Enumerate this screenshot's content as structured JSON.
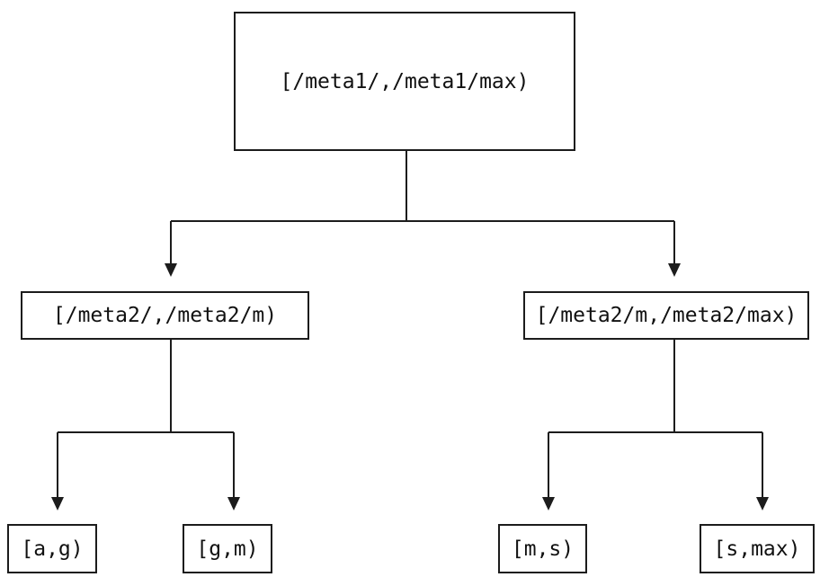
{
  "diagram": {
    "type": "tree",
    "nodes": {
      "root": {
        "label": "[/meta1/,/meta1/max)"
      },
      "level1": [
        {
          "label": "[/meta2/,/meta2/m)"
        },
        {
          "label": "[/meta2/m,/meta2/max)"
        }
      ],
      "leaves": [
        {
          "label": "[a,g)"
        },
        {
          "label": "[g,m)"
        },
        {
          "label": "[m,s)"
        },
        {
          "label": "[s,max)"
        }
      ]
    },
    "edges": [
      {
        "from": "root",
        "to": "level1.0"
      },
      {
        "from": "root",
        "to": "level1.1"
      },
      {
        "from": "level1.0",
        "to": "leaves.0"
      },
      {
        "from": "level1.0",
        "to": "leaves.1"
      },
      {
        "from": "level1.1",
        "to": "leaves.2"
      },
      {
        "from": "level1.1",
        "to": "leaves.3"
      }
    ],
    "colors": {
      "line": "#1c1c1c",
      "text": "#111111",
      "background": "#ffffff"
    }
  }
}
